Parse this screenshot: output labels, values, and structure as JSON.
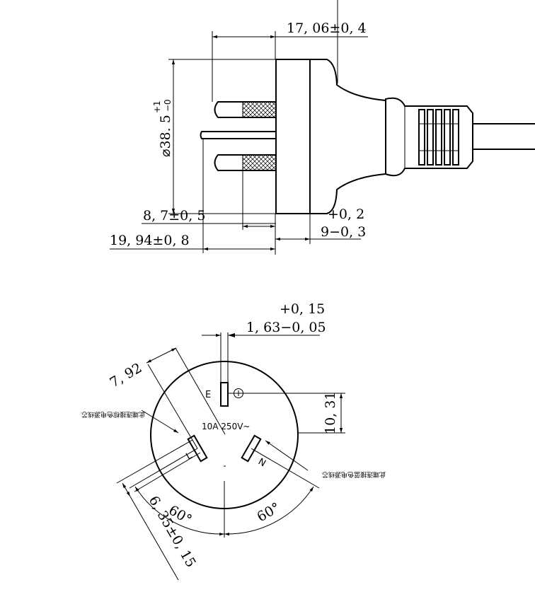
{
  "side_view": {
    "width_dim": "17, 06±0, 4",
    "diameter_dim": "⌀38. 5",
    "diameter_tol_upper": "+1",
    "diameter_tol_lower": "−0",
    "pin_len_dim": "8, 7±0, 5",
    "overall_len_dim": "19, 94±0, 8",
    "face_tol_upper": "+0, 2",
    "face_dim": "9−0, 3"
  },
  "face_view": {
    "earth_width_tol": "+0, 15",
    "earth_width_dim": "1, 63−0, 05",
    "diag_dim": "7, 92",
    "earth_offset_dim": "10, 31",
    "rating": "10A 250V~",
    "label_e": "E",
    "label_l": "L",
    "label_n": "N",
    "angle_left": "60°",
    "angle_right": "60°",
    "pin_width_dim": "6, 35±0, 15",
    "note_left": "此端连接棕色电源线芯",
    "note_right": "此端连接蓝色电源线芯"
  }
}
